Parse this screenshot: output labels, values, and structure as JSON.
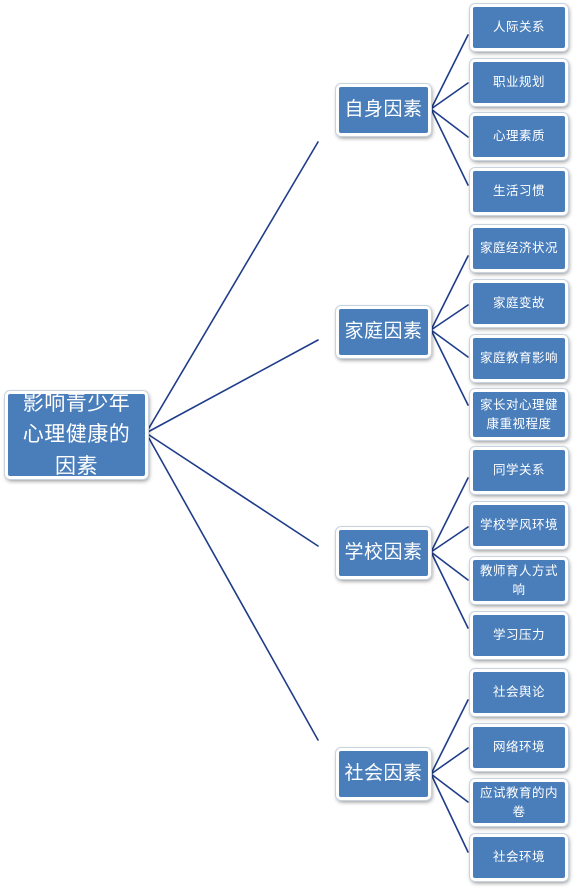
{
  "root": "影响青少年心理健康的因素",
  "categories": [
    {
      "label": "自身因素",
      "children": [
        "人际关系",
        "职业规划",
        "心理素质",
        "生活习惯"
      ]
    },
    {
      "label": "家庭因素",
      "children": [
        "家庭经济状况",
        "家庭变故",
        "家庭教育影响",
        "家长对心理健康重视程度"
      ]
    },
    {
      "label": "学校因素",
      "children": [
        "同学关系",
        "学校学风环境",
        "教师育人方式响",
        "学习压力"
      ]
    },
    {
      "label": "社会因素",
      "children": [
        "社会舆论",
        "网络环境",
        "应试教育的内卷",
        "社会环境"
      ]
    }
  ],
  "colors": {
    "node_fill": "#4a7ebb",
    "node_text": "#ffffff",
    "connector": "#1f3d8a"
  }
}
